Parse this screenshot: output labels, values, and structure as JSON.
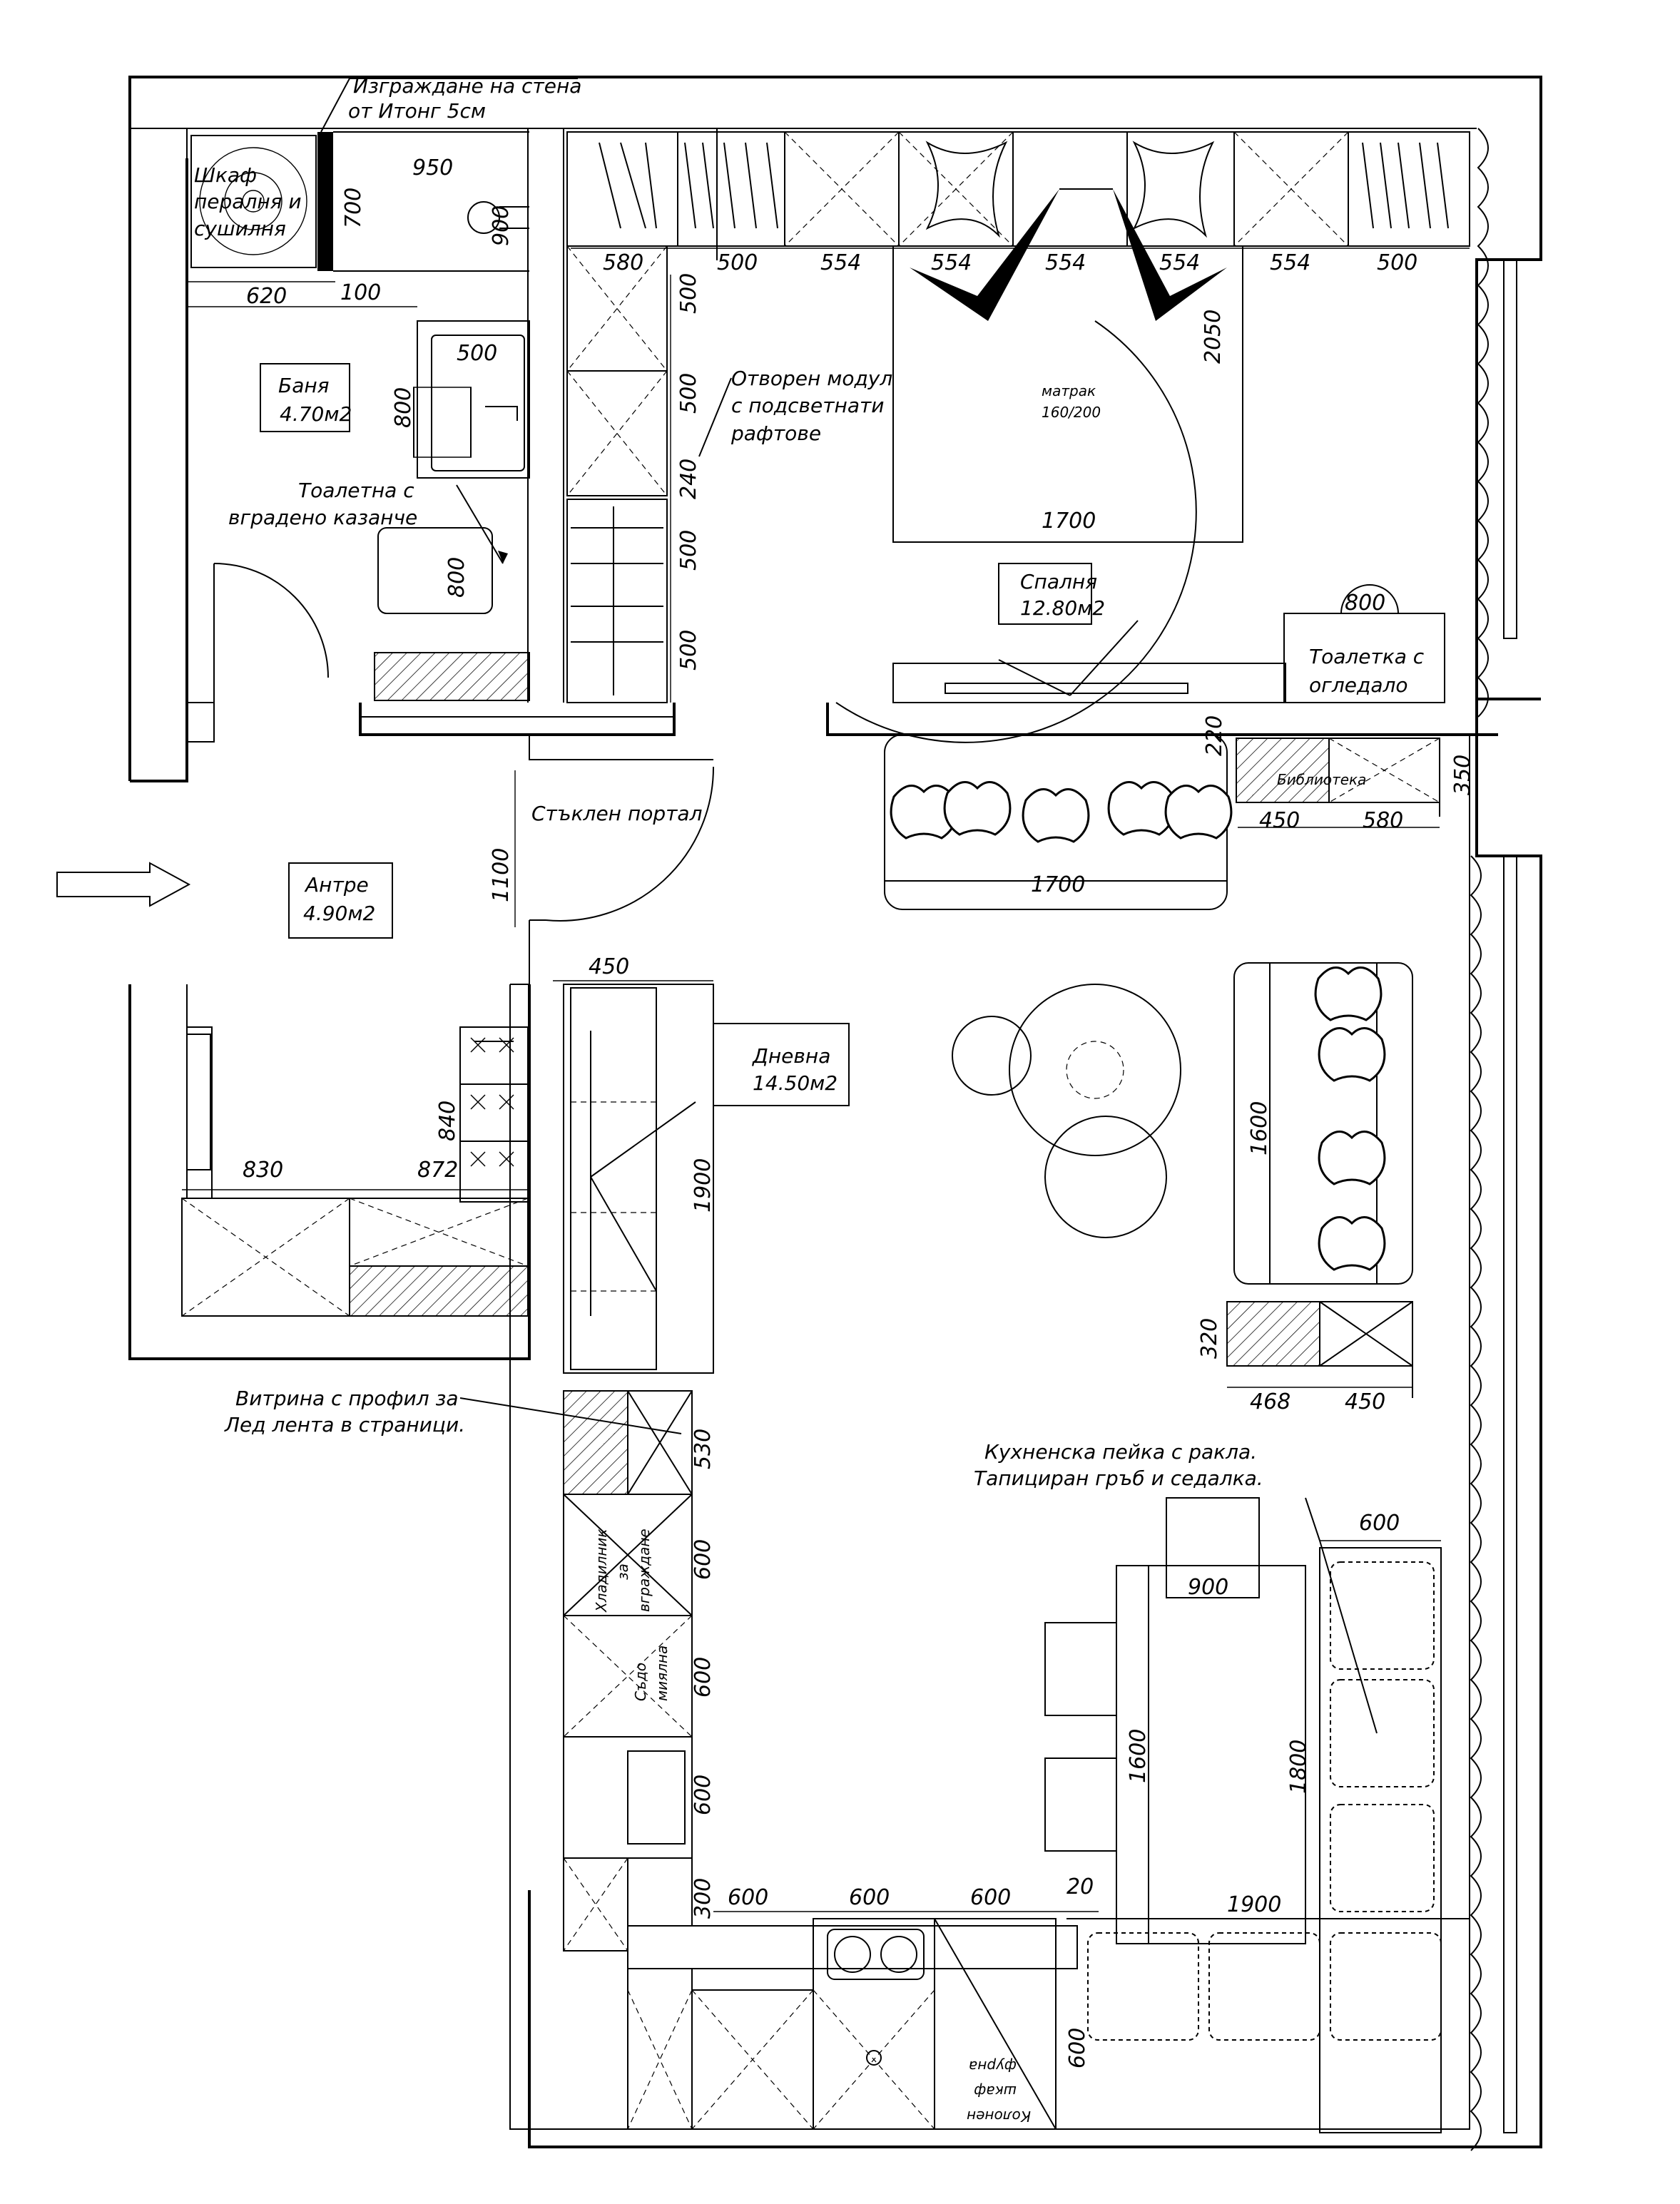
{
  "rooms": {
    "bathroom": {
      "name": "Баня",
      "area": "4.70м2"
    },
    "hall": {
      "name": "Антре",
      "area": "4.90м2"
    },
    "bedroom": {
      "name": "Спалня",
      "area": "12.80м2"
    },
    "living": {
      "name": "Дневна",
      "area": "14.50м2"
    }
  },
  "notes": {
    "wall_1": "Изграждане на стена",
    "wall_2": "от Итонг 5см",
    "cabinet_1": "Шкаф",
    "cabinet_2": "пералня и",
    "cabinet_3": "сушилня",
    "toilet_1": "Тоалетна с",
    "toilet_2": "вградено казанче",
    "open_1": "Отворен модул",
    "open_2": "с подсветнати",
    "open_3": "рафтове",
    "mattress_1": "матрак",
    "mattress_2": "160/200",
    "dresser_1": "Тоалетка с",
    "dresser_2": "огледало",
    "library": "Библиотека",
    "glass_portal": "Стъклен портал",
    "showcase_1": "Витрина с профил за",
    "showcase_2": "Лед лента в страници.",
    "bench_1": "Кухненска пейка с ракла.",
    "bench_2": "Тапициран гръб и седалка.",
    "fridge_1": "Хладилник",
    "fridge_2": "за",
    "fridge_3": "вграждане",
    "dish_1": "Съдо",
    "dish_2": "миялна",
    "column_1": "Колонен",
    "column_2": "шкаф",
    "column_3": "фурна"
  },
  "dims": {
    "d950": "950",
    "d700": "700",
    "d900": "900",
    "d620": "620",
    "d100": "100",
    "d500": "500",
    "d800": "800",
    "d580": "580",
    "d554": "554",
    "d2050": "2050",
    "d240": "240",
    "d1700": "1700",
    "d220": "220",
    "d350": "350",
    "d450": "450",
    "d1100": "1100",
    "d840": "840",
    "d830": "830",
    "d872": "872",
    "d1900": "1900",
    "d1600": "1600",
    "d320": "320",
    "d468": "468",
    "d530": "530",
    "d600": "600",
    "d300": "300",
    "d20": "20",
    "d1800": "1800"
  },
  "colors": {
    "ink": "#000000",
    "paper": "#ffffff"
  }
}
